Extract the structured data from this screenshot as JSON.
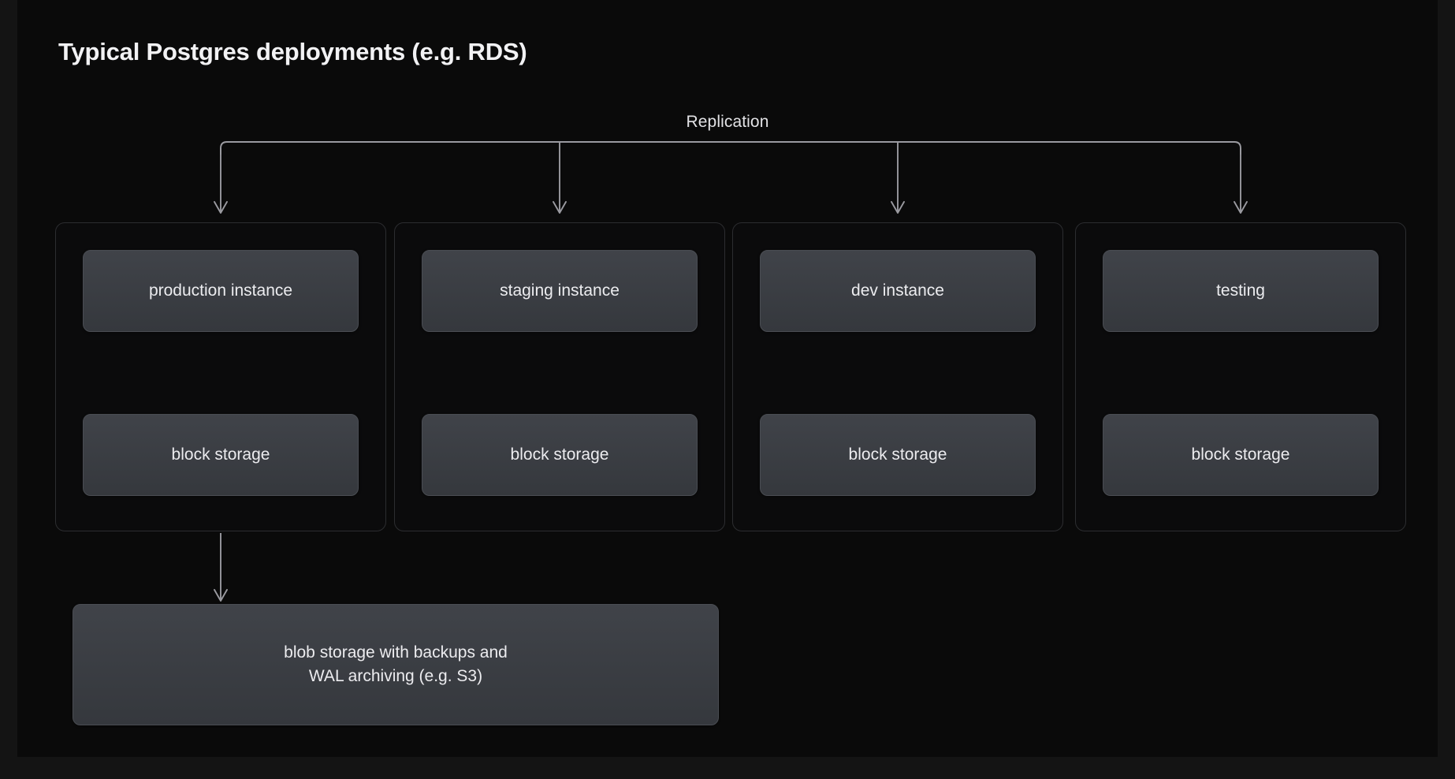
{
  "page": {
    "title": "Typical Postgres deployments (e.g. RDS)",
    "background": "#0a0a0a",
    "text_color": "#ececef",
    "line_color": "#9a9aa0",
    "node_fill": "#3a3d42",
    "group_border": "#2c2d30"
  },
  "bus": {
    "label": "Replication"
  },
  "groups": [
    {
      "id": "production",
      "instance": "production instance",
      "storage": "block storage"
    },
    {
      "id": "staging",
      "instance": "staging instance",
      "storage": "block storage"
    },
    {
      "id": "dev",
      "instance": "dev instance",
      "storage": "block storage"
    },
    {
      "id": "testing",
      "instance": "testing",
      "storage": "block storage"
    }
  ],
  "blob": {
    "line1": "blob storage with backups and",
    "line2": "WAL archiving (e.g. S3)"
  }
}
